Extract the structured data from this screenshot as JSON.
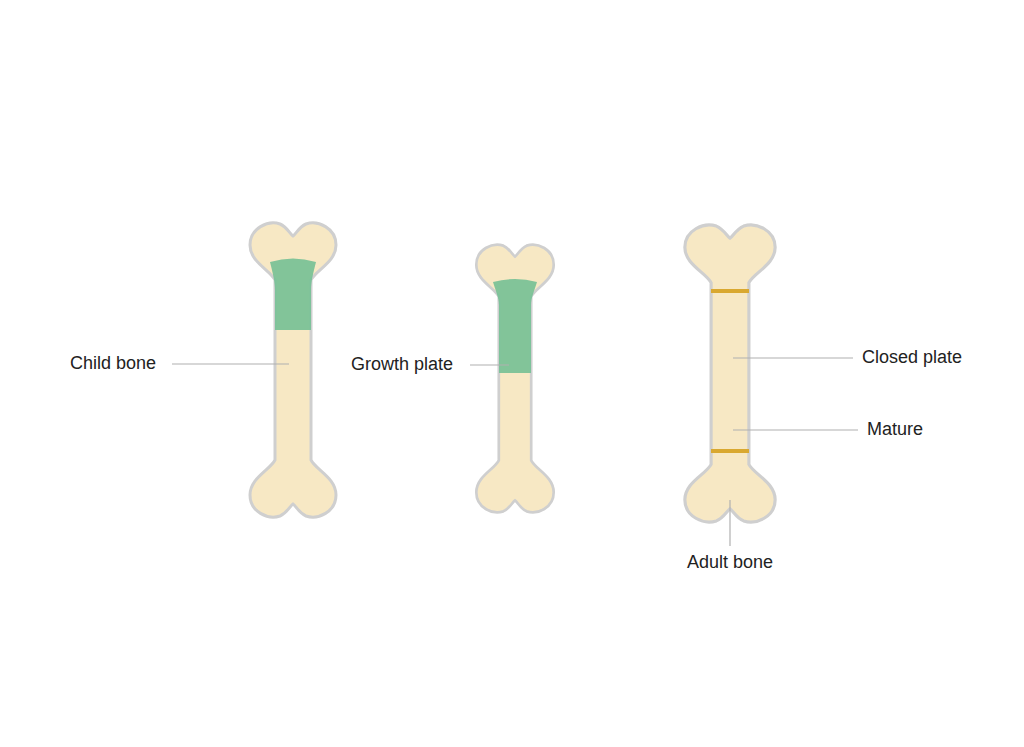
{
  "diagram": {
    "labels": [
      "Child bone",
      "Growth plate",
      "Closed plate",
      "Mature",
      "Adult bone"
    ]
  }
}
